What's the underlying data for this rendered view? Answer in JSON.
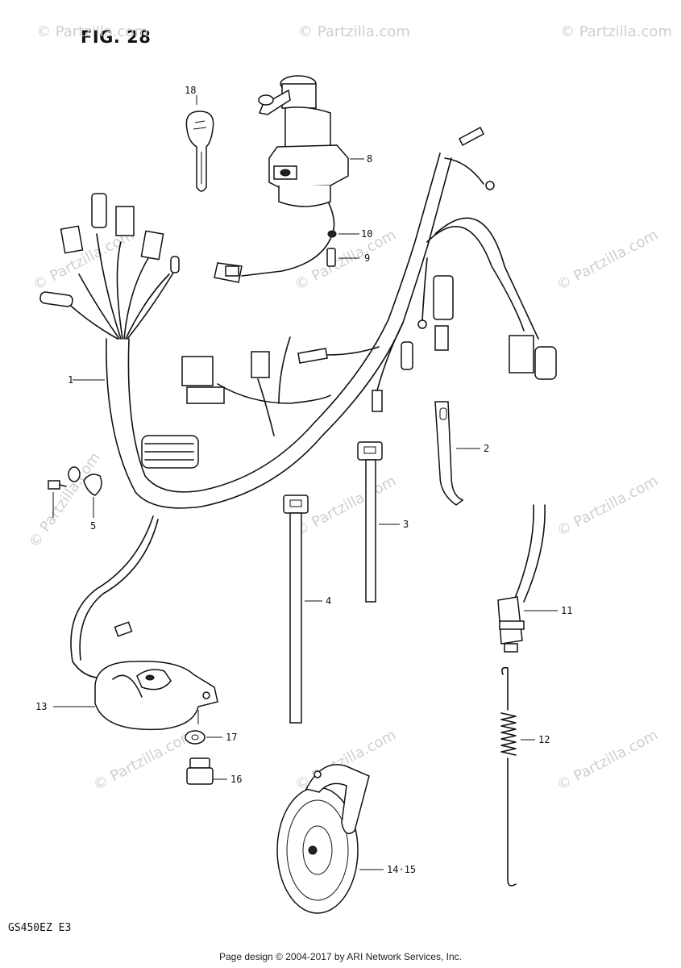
{
  "figure": {
    "title": "FIG. 28",
    "model_code": "GS450EZ  E3"
  },
  "footer": {
    "text": "Page design © 2004-2017 by ARI Network Services, Inc."
  },
  "watermark": {
    "text": "© Partzilla.com",
    "color": "#cfcfcf"
  },
  "callouts": [
    {
      "id": "18",
      "label": "18"
    },
    {
      "id": "8",
      "label": "8"
    },
    {
      "id": "10",
      "label": "10"
    },
    {
      "id": "9",
      "label": "9"
    },
    {
      "id": "1",
      "label": "1"
    },
    {
      "id": "2",
      "label": "2"
    },
    {
      "id": "3",
      "label": "3"
    },
    {
      "id": "4",
      "label": "4"
    },
    {
      "id": "5",
      "label": "5"
    },
    {
      "id": "11",
      "label": "11"
    },
    {
      "id": "12",
      "label": "12"
    },
    {
      "id": "13",
      "label": "13"
    },
    {
      "id": "17",
      "label": "17"
    },
    {
      "id": "16",
      "label": "16"
    },
    {
      "id": "14-15",
      "label": "14·15"
    }
  ]
}
